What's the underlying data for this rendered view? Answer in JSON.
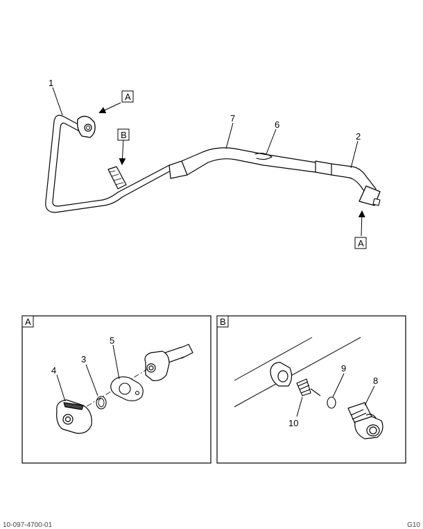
{
  "callouts": {
    "c1": "1",
    "c2": "2",
    "c3": "3",
    "c4": "4",
    "c5": "5",
    "c6": "6",
    "c7": "7",
    "c8": "8",
    "c9": "9",
    "c10": "10"
  },
  "refs": {
    "a_top": "A",
    "a_right": "A",
    "b_top": "B"
  },
  "detail_panels": {
    "a_label": "A",
    "b_label": "B"
  },
  "footer": {
    "left": "10-097-4700-01",
    "right": "G10"
  }
}
